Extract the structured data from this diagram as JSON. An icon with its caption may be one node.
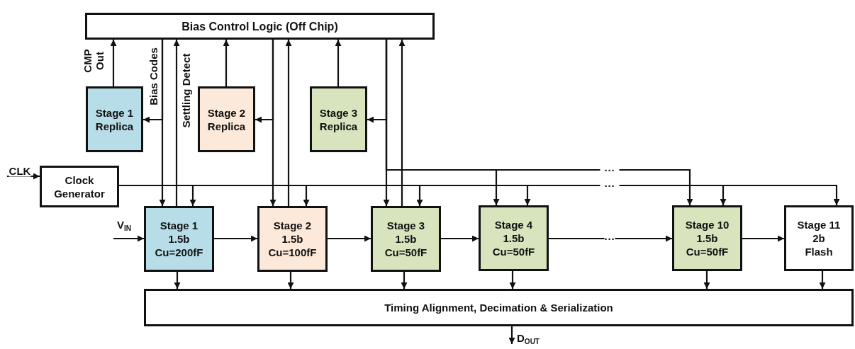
{
  "diagram": {
    "nodes": [
      {
        "text": [
          "Bias Control Logic (Off Chip)"
        ]
      },
      {
        "text": [
          "Stage 1 Replica"
        ]
      },
      {
        "text": [
          "Stage 2 Replica"
        ]
      },
      {
        "text": [
          "Stage 3 Replica"
        ]
      },
      {
        "text": [
          "Clock Generator"
        ]
      },
      {
        "text": [
          "Stage 1",
          "1.5b",
          "Cu=200fF"
        ]
      },
      {
        "text": [
          "Stage 2",
          "1.5b",
          "Cu=100fF"
        ]
      },
      {
        "text": [
          "Stage 3",
          "1.5b",
          "Cu=50fF"
        ]
      },
      {
        "text": [
          "Stage 4",
          "1.5b",
          "Cu=50fF"
        ]
      },
      {
        "text": [
          "Stage 10",
          "1.5b",
          "Cu=50fF"
        ]
      },
      {
        "text": [
          "Stage 11",
          "2b",
          "Flash"
        ]
      },
      {
        "text": [
          "Timing Alignment, Decimation & Serialization"
        ]
      }
    ],
    "edges": [
      {
        "from": 1,
        "to": 0,
        "arrow": "to",
        "label": "CMP Out"
      },
      {
        "from": 0,
        "to": 5,
        "arrow": "to",
        "label": "Bias Codes"
      },
      {
        "from": 0,
        "to": 1,
        "arrow": "to"
      },
      {
        "from": 5,
        "to": 0,
        "arrow": "to",
        "label": "Settling Detect"
      },
      {
        "from": 2,
        "to": 0,
        "arrow": "to"
      },
      {
        "from": 0,
        "to": 6,
        "arrow": "to"
      },
      {
        "from": 0,
        "to": 2,
        "arrow": "to"
      },
      {
        "from": 6,
        "to": 0,
        "arrow": "to"
      },
      {
        "from": 3,
        "to": 0,
        "arrow": "to"
      },
      {
        "from": 0,
        "to": 7,
        "arrow": "to"
      },
      {
        "from": 0,
        "to": 3,
        "arrow": "to"
      },
      {
        "from": 0,
        "to": 8,
        "arrow": "to"
      },
      {
        "from": 0,
        "to": 9,
        "arrow": "to"
      },
      {
        "from": 7,
        "to": 0,
        "arrow": "to"
      },
      {
        "from": null,
        "to": 4,
        "arrow": "to",
        "label": "CLK"
      },
      {
        "from": 4,
        "to": 5,
        "arrow": "to"
      },
      {
        "from": 4,
        "to": 6,
        "arrow": "to"
      },
      {
        "from": 4,
        "to": 7,
        "arrow": "to"
      },
      {
        "from": 4,
        "to": 8,
        "arrow": "to"
      },
      {
        "from": 4,
        "to": 9,
        "arrow": "to"
      },
      {
        "from": 4,
        "to": 10,
        "arrow": "to"
      },
      {
        "from": null,
        "to": 5,
        "arrow": "to",
        "label": "V$_{IN}$"
      },
      {
        "from": 5,
        "to": 6,
        "arrow": "to"
      },
      {
        "from": 6,
        "to": 7,
        "arrow": "to"
      },
      {
        "from": 7,
        "to": 8,
        "arrow": "to"
      },
      {
        "from": 8,
        "to": 9,
        "arrow": "to",
        "label": "···"
      },
      {
        "from": 9,
        "to": 10,
        "arrow": "to"
      },
      {
        "from": 5,
        "to": 11,
        "arrow": "to"
      },
      {
        "from": 6,
        "to": 11,
        "arrow": "to"
      },
      {
        "from": 7,
        "to": 11,
        "arrow": "to"
      },
      {
        "from": 8,
        "to": 11,
        "arrow": "to"
      },
      {
        "from": 9,
        "to": 11,
        "arrow": "to"
      },
      {
        "from": 10,
        "to": 11,
        "arrow": "to"
      },
      {
        "from": 11,
        "to": null,
        "arrow": "to",
        "label": "D$_{OUT}$"
      }
    ],
    "labels": [
      "···",
      "···"
    ]
  }
}
